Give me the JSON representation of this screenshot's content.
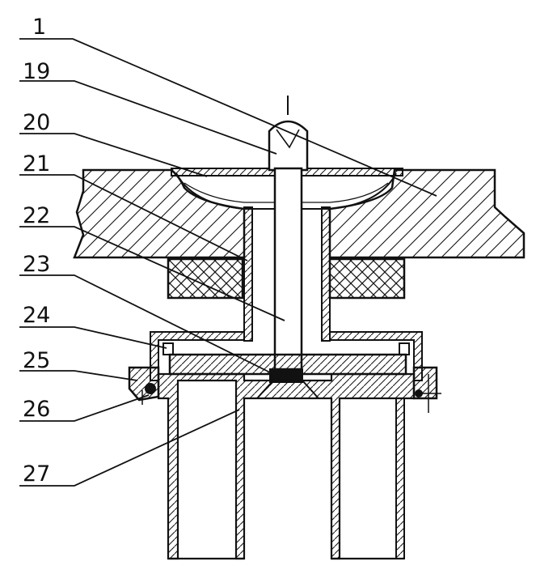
{
  "labels": [
    "1",
    "19",
    "20",
    "21",
    "22",
    "23",
    "24",
    "25",
    "26",
    "27"
  ],
  "colors": {
    "ink": "#111111",
    "background": "#ffffff"
  }
}
